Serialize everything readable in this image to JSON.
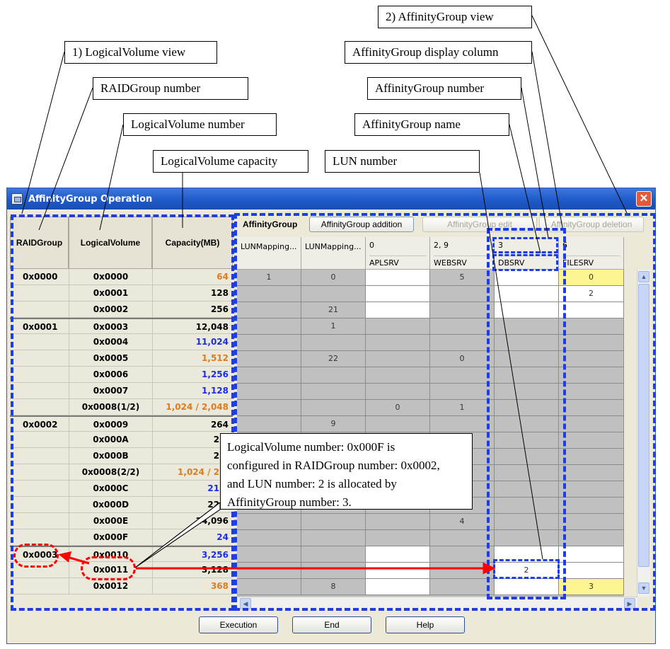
{
  "callouts": {
    "logicalvolume_view": "1) LogicalVolume view",
    "raidgroup_number": "RAIDGroup number",
    "logicalvolume_number": "LogicalVolume number",
    "logicalvolume_capacity": "LogicalVolume capacity",
    "affinitygroup_view": "2) AffinityGroup view",
    "affinitygroup_display_column": "AffinityGroup display column",
    "affinitygroup_number": "AffinityGroup number",
    "affinitygroup_name": "AffinityGroup name",
    "lun_number": "LUN number",
    "explanation_lines": [
      "LogicalVolume number: 0x000F is",
      "configured in RAIDGroup number: 0x0002,",
      "and LUN number: 2 is allocated by",
      "AffinityGroup number: 3."
    ]
  },
  "window": {
    "title": "AffinityGroup Operation",
    "close_glyph": "✕"
  },
  "lv_view": {
    "headers": {
      "raidgroup": "RAIDGroup",
      "logicalvolume": "LogicalVolume",
      "capacity": "Capacity(MB)"
    },
    "rows": [
      {
        "raidgroup": "0x0000",
        "lv": "0x0000",
        "capacity": "64",
        "color": "orange"
      },
      {
        "raidgroup": "",
        "lv": "0x0001",
        "capacity": "128",
        "color": "black"
      },
      {
        "raidgroup": "",
        "lv": "0x0002",
        "capacity": "256",
        "color": "black"
      },
      {
        "raidgroup": "0x0001",
        "lv": "0x0003",
        "capacity": "12,048",
        "color": "black"
      },
      {
        "raidgroup": "",
        "lv": "0x0004",
        "capacity": "11,024",
        "color": "blue"
      },
      {
        "raidgroup": "",
        "lv": "0x0005",
        "capacity": "1,512",
        "color": "orange"
      },
      {
        "raidgroup": "",
        "lv": "0x0006",
        "capacity": "1,256",
        "color": "blue"
      },
      {
        "raidgroup": "",
        "lv": "0x0007",
        "capacity": "1,128",
        "color": "blue"
      },
      {
        "raidgroup": "",
        "lv": "0x0008(1/2)",
        "capacity": "1,024 / 2,048",
        "color": "orange"
      },
      {
        "raidgroup": "0x0002",
        "lv": "0x0009",
        "capacity": "264",
        "color": "black"
      },
      {
        "raidgroup": "",
        "lv": "0x000A",
        "capacity": "2,1",
        "color": "black"
      },
      {
        "raidgroup": "",
        "lv": "0x000B",
        "capacity": "2,2",
        "color": "black"
      },
      {
        "raidgroup": "",
        "lv": "0x0008(2/2)",
        "capacity": "1,024 / 2,0",
        "color": "orange"
      },
      {
        "raidgroup": "",
        "lv": "0x000C",
        "capacity": "21,0",
        "color": "blue"
      },
      {
        "raidgroup": "",
        "lv": "0x000D",
        "capacity": "22,0",
        "color": "black"
      },
      {
        "raidgroup": "",
        "lv": "0x000E",
        "capacity": "24,096",
        "color": "black"
      },
      {
        "raidgroup": "",
        "lv": "0x000F",
        "capacity": "24",
        "color": "blue"
      },
      {
        "raidgroup": "0x0003",
        "lv": "0x0010",
        "capacity": "3,256",
        "color": "blue"
      },
      {
        "raidgroup": "",
        "lv": "0x0011",
        "capacity": "3,128",
        "color": "black"
      },
      {
        "raidgroup": "",
        "lv": "0x0012",
        "capacity": "368",
        "color": "orange"
      }
    ]
  },
  "ag_view": {
    "title": "AffinityGroup",
    "buttons": {
      "addition": "AffinityGroup addition",
      "edit": "AffinityGroup edit",
      "deletion": "AffinityGroup deletion"
    },
    "columns": [
      {
        "line1": "LUNMapping...",
        "line2": ""
      },
      {
        "line1": "LUNMapping...",
        "line2": ""
      },
      {
        "line1": "0",
        "line2": "APLSRV"
      },
      {
        "line1": "2, 9",
        "line2": "WEBSRV"
      },
      {
        "line1": "3",
        "line2": "DBSRV"
      },
      {
        "line1": "6",
        "line2": "FILESRV"
      }
    ],
    "rows": [
      [
        {
          "v": "1",
          "c": "gray"
        },
        {
          "v": "0",
          "c": "gray"
        },
        {
          "v": "",
          "c": "white"
        },
        {
          "v": "5",
          "c": "gray"
        },
        {
          "v": "",
          "c": "white"
        },
        {
          "v": "0",
          "c": "yellow"
        }
      ],
      [
        {
          "v": "",
          "c": "gray"
        },
        {
          "v": "",
          "c": "gray"
        },
        {
          "v": "",
          "c": "white"
        },
        {
          "v": "",
          "c": "gray"
        },
        {
          "v": "",
          "c": "white"
        },
        {
          "v": "2",
          "c": "white"
        }
      ],
      [
        {
          "v": "",
          "c": "gray"
        },
        {
          "v": "21",
          "c": "gray"
        },
        {
          "v": "",
          "c": "white"
        },
        {
          "v": "",
          "c": "gray"
        },
        {
          "v": "",
          "c": "white"
        },
        {
          "v": "",
          "c": "white"
        }
      ],
      [
        {
          "v": "",
          "c": "gray"
        },
        {
          "v": "1",
          "c": "gray"
        },
        {
          "v": "",
          "c": "gray"
        },
        {
          "v": "",
          "c": "gray"
        },
        {
          "v": "",
          "c": "gray"
        },
        {
          "v": "",
          "c": "gray"
        }
      ],
      [
        {
          "v": "",
          "c": "gray"
        },
        {
          "v": "",
          "c": "gray"
        },
        {
          "v": "",
          "c": "gray"
        },
        {
          "v": "",
          "c": "gray"
        },
        {
          "v": "",
          "c": "gray"
        },
        {
          "v": "",
          "c": "gray"
        }
      ],
      [
        {
          "v": "",
          "c": "gray"
        },
        {
          "v": "22",
          "c": "gray"
        },
        {
          "v": "",
          "c": "gray"
        },
        {
          "v": "0",
          "c": "gray"
        },
        {
          "v": "",
          "c": "gray"
        },
        {
          "v": "",
          "c": "gray"
        }
      ],
      [
        {
          "v": "",
          "c": "gray"
        },
        {
          "v": "",
          "c": "gray"
        },
        {
          "v": "",
          "c": "gray"
        },
        {
          "v": "",
          "c": "gray"
        },
        {
          "v": "",
          "c": "gray"
        },
        {
          "v": "",
          "c": "gray"
        }
      ],
      [
        {
          "v": "",
          "c": "gray"
        },
        {
          "v": "",
          "c": "gray"
        },
        {
          "v": "",
          "c": "gray"
        },
        {
          "v": "",
          "c": "gray"
        },
        {
          "v": "",
          "c": "gray"
        },
        {
          "v": "",
          "c": "gray"
        }
      ],
      [
        {
          "v": "",
          "c": "gray"
        },
        {
          "v": "",
          "c": "gray"
        },
        {
          "v": "0",
          "c": "gray"
        },
        {
          "v": "1",
          "c": "gray"
        },
        {
          "v": "",
          "c": "gray"
        },
        {
          "v": "",
          "c": "gray"
        }
      ],
      [
        {
          "v": "",
          "c": "gray"
        },
        {
          "v": "9",
          "c": "gray"
        },
        {
          "v": "",
          "c": "gray"
        },
        {
          "v": "",
          "c": "gray"
        },
        {
          "v": "",
          "c": "gray"
        },
        {
          "v": "",
          "c": "gray"
        }
      ],
      [
        {
          "v": "",
          "c": "gray"
        },
        {
          "v": "",
          "c": "gray"
        },
        {
          "v": "",
          "c": "gray"
        },
        {
          "v": "",
          "c": "gray"
        },
        {
          "v": "",
          "c": "gray"
        },
        {
          "v": "",
          "c": "gray"
        }
      ],
      [
        {
          "v": "",
          "c": "gray"
        },
        {
          "v": "",
          "c": "gray"
        },
        {
          "v": "",
          "c": "gray"
        },
        {
          "v": "",
          "c": "gray"
        },
        {
          "v": "",
          "c": "gray"
        },
        {
          "v": "",
          "c": "gray"
        }
      ],
      [
        {
          "v": "",
          "c": "gray"
        },
        {
          "v": "",
          "c": "gray"
        },
        {
          "v": "",
          "c": "gray"
        },
        {
          "v": "",
          "c": "gray"
        },
        {
          "v": "",
          "c": "gray"
        },
        {
          "v": "",
          "c": "gray"
        }
      ],
      [
        {
          "v": "",
          "c": "gray"
        },
        {
          "v": "",
          "c": "gray"
        },
        {
          "v": "",
          "c": "gray"
        },
        {
          "v": "",
          "c": "gray"
        },
        {
          "v": "",
          "c": "gray"
        },
        {
          "v": "",
          "c": "gray"
        }
      ],
      [
        {
          "v": "",
          "c": "gray"
        },
        {
          "v": "",
          "c": "gray"
        },
        {
          "v": "",
          "c": "gray"
        },
        {
          "v": "",
          "c": "gray"
        },
        {
          "v": "",
          "c": "gray"
        },
        {
          "v": "",
          "c": "gray"
        }
      ],
      [
        {
          "v": "",
          "c": "gray"
        },
        {
          "v": "",
          "c": "gray"
        },
        {
          "v": "",
          "c": "gray"
        },
        {
          "v": "4",
          "c": "gray"
        },
        {
          "v": "",
          "c": "gray"
        },
        {
          "v": "",
          "c": "gray"
        }
      ],
      [
        {
          "v": "",
          "c": "gray"
        },
        {
          "v": "",
          "c": "gray"
        },
        {
          "v": "",
          "c": "gray"
        },
        {
          "v": "",
          "c": "gray"
        },
        {
          "v": "",
          "c": "gray"
        },
        {
          "v": "",
          "c": "gray"
        }
      ],
      [
        {
          "v": "",
          "c": "gray"
        },
        {
          "v": "",
          "c": "gray"
        },
        {
          "v": "",
          "c": "white"
        },
        {
          "v": "",
          "c": "gray"
        },
        {
          "v": "",
          "c": "white"
        },
        {
          "v": "",
          "c": "white"
        }
      ],
      [
        {
          "v": "",
          "c": "gray"
        },
        {
          "v": "",
          "c": "gray"
        },
        {
          "v": "",
          "c": "white"
        },
        {
          "v": "",
          "c": "gray"
        },
        {
          "v": "2",
          "c": "white"
        },
        {
          "v": "",
          "c": "white"
        }
      ],
      [
        {
          "v": "",
          "c": "gray"
        },
        {
          "v": "8",
          "c": "gray"
        },
        {
          "v": "",
          "c": "white"
        },
        {
          "v": "",
          "c": "gray"
        },
        {
          "v": "",
          "c": "white"
        },
        {
          "v": "3",
          "c": "yellow"
        }
      ]
    ]
  },
  "footer": {
    "execution": "Execution",
    "end": "End",
    "help": "Help"
  },
  "scroll_glyphs": {
    "up": "▲",
    "down": "▼",
    "left": "◀",
    "right": "▶"
  },
  "colors": {
    "callout_dash": "#1d3ee6",
    "arrow": "#ff0000",
    "title_bar": "#1f5ac9",
    "orange": "#e07b19",
    "blue": "#1a2ee6"
  }
}
